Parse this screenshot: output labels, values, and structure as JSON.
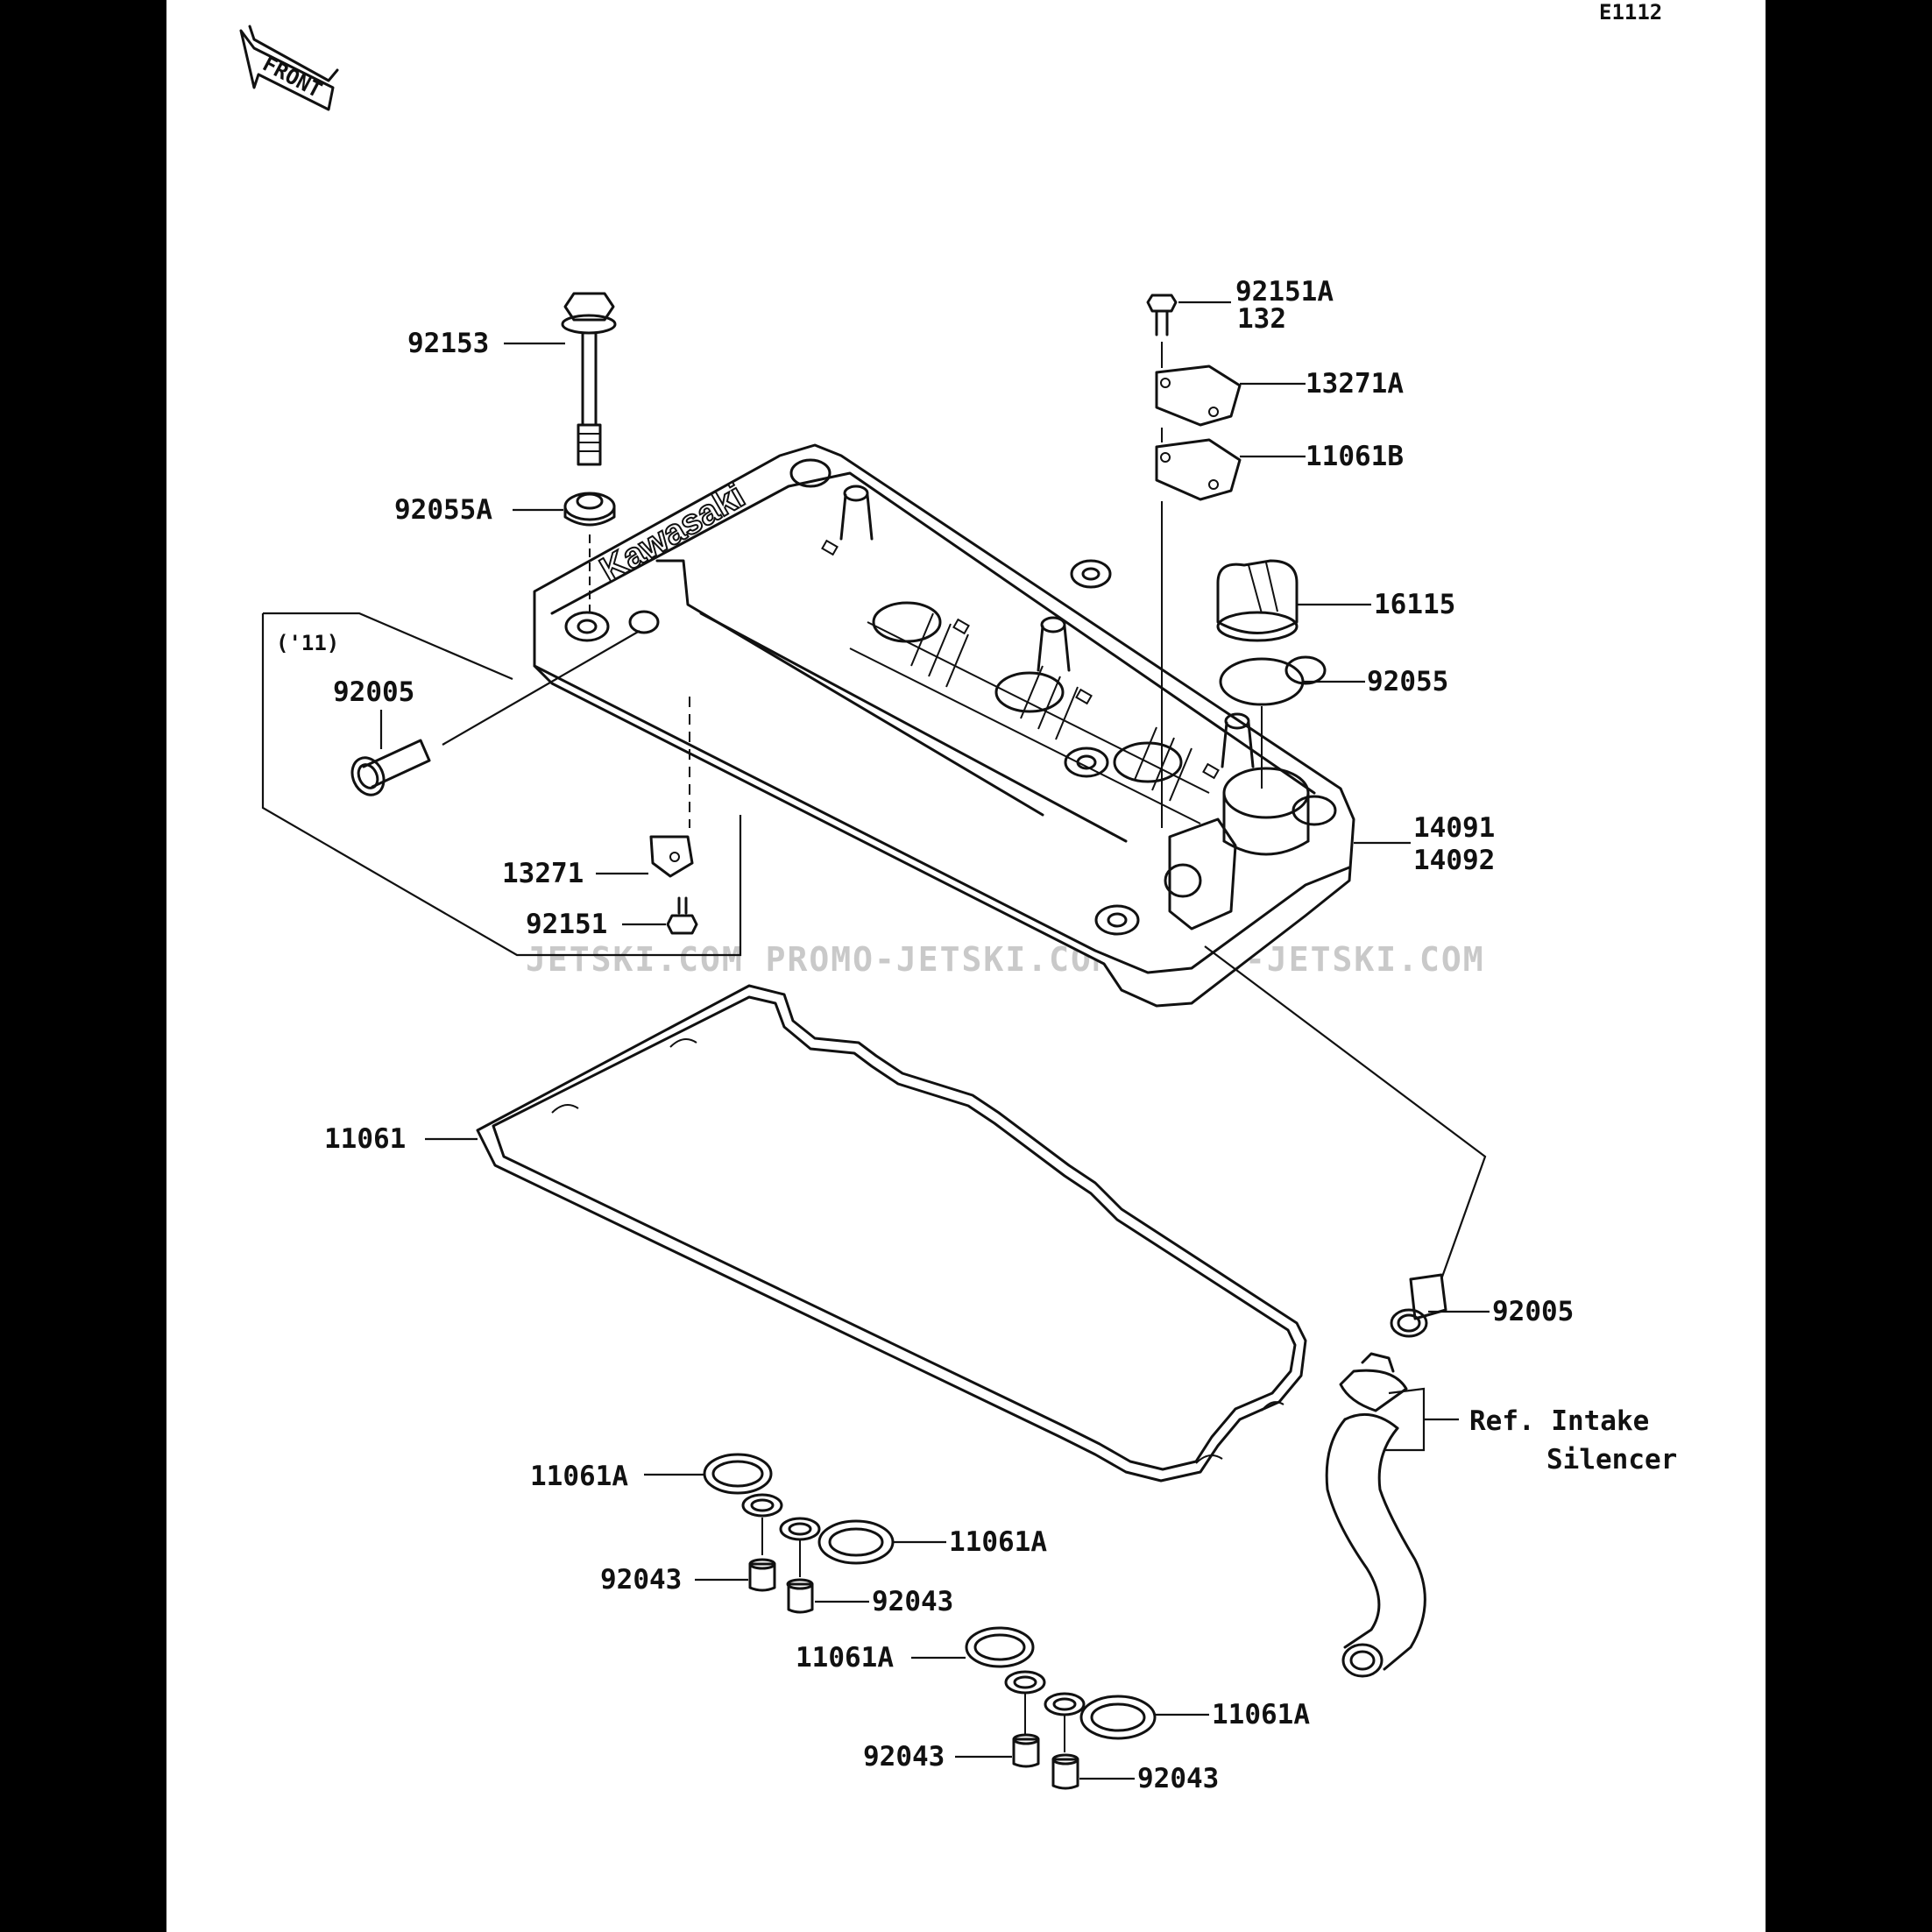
{
  "diagram_code": "E1112",
  "front_label": "FRONT",
  "year_note": "('11)",
  "brand_text": "Kawasaki",
  "watermark": "JETSKI.COM    PROMO-JETSKI.COM    PROMO-JETSKI.COM",
  "reference_note": {
    "line1": "Ref. Intake",
    "line2": "Silencer"
  },
  "parts": {
    "p92153": "92153",
    "p92055A": "92055A",
    "p92005_left": "92005",
    "p13271": "13271",
    "p92151": "92151",
    "p92151A": "92151A",
    "p132": "132",
    "p13271A": "13271A",
    "p11061B": "11061B",
    "p16115": "16115",
    "p92055": "92055",
    "p14091": "14091",
    "p14092": "14092",
    "p11061": "11061",
    "p92005_right": "92005",
    "p11061A_1": "11061A",
    "p11061A_2": "11061A",
    "p11061A_3": "11061A",
    "p11061A_4": "11061A",
    "p92043_1": "92043",
    "p92043_2": "92043",
    "p92043_3": "92043",
    "p92043_4": "92043"
  }
}
